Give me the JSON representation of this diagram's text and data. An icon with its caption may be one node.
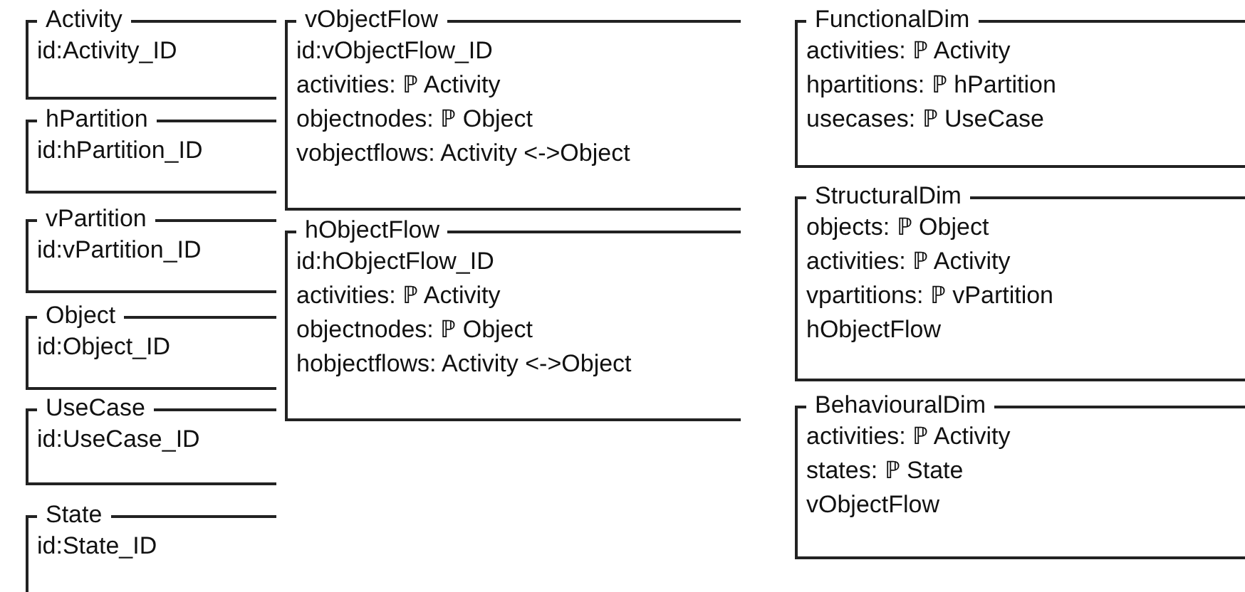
{
  "diagram": {
    "nodes": [
      {
        "text": [
          "Activity",
          "id:Activity_ID"
        ]
      },
      {
        "text": [
          "hPartition",
          "id:hPartition_ID"
        ]
      },
      {
        "text": [
          "vPartition",
          "id:vPartition_ID"
        ]
      },
      {
        "text": [
          "Object",
          "id:Object_ID"
        ]
      },
      {
        "text": [
          "UseCase",
          "id:UseCase_ID"
        ]
      },
      {
        "text": [
          "State",
          "id:State_ID"
        ]
      },
      {
        "text": [
          "vObjectFlow",
          "id:vObjectFlow_ID",
          "activities: ℙ Activity",
          "objectnodes: ℙ Object",
          "vobjectflows: Activity <->Object"
        ]
      },
      {
        "text": [
          "hObjectFlow",
          "id:hObjectFlow_ID",
          "activities: ℙ Activity",
          "objectnodes: ℙ Object",
          "hobjectflows: Activity <->Object"
        ]
      },
      {
        "text": [
          "FunctionalDim",
          "activities: ℙ Activity",
          "hpartitions: ℙ hPartition",
          "usecases: ℙ UseCase"
        ]
      },
      {
        "text": [
          "StructuralDim",
          "objects: ℙ Object",
          "activities: ℙ Activity",
          "vpartitions: ℙ vPartition",
          "hObjectFlow"
        ]
      },
      {
        "text": [
          "BehaviouralDim",
          "activities: ℙ Activity",
          "states: ℙ State",
          "vObjectFlow"
        ]
      }
    ]
  }
}
